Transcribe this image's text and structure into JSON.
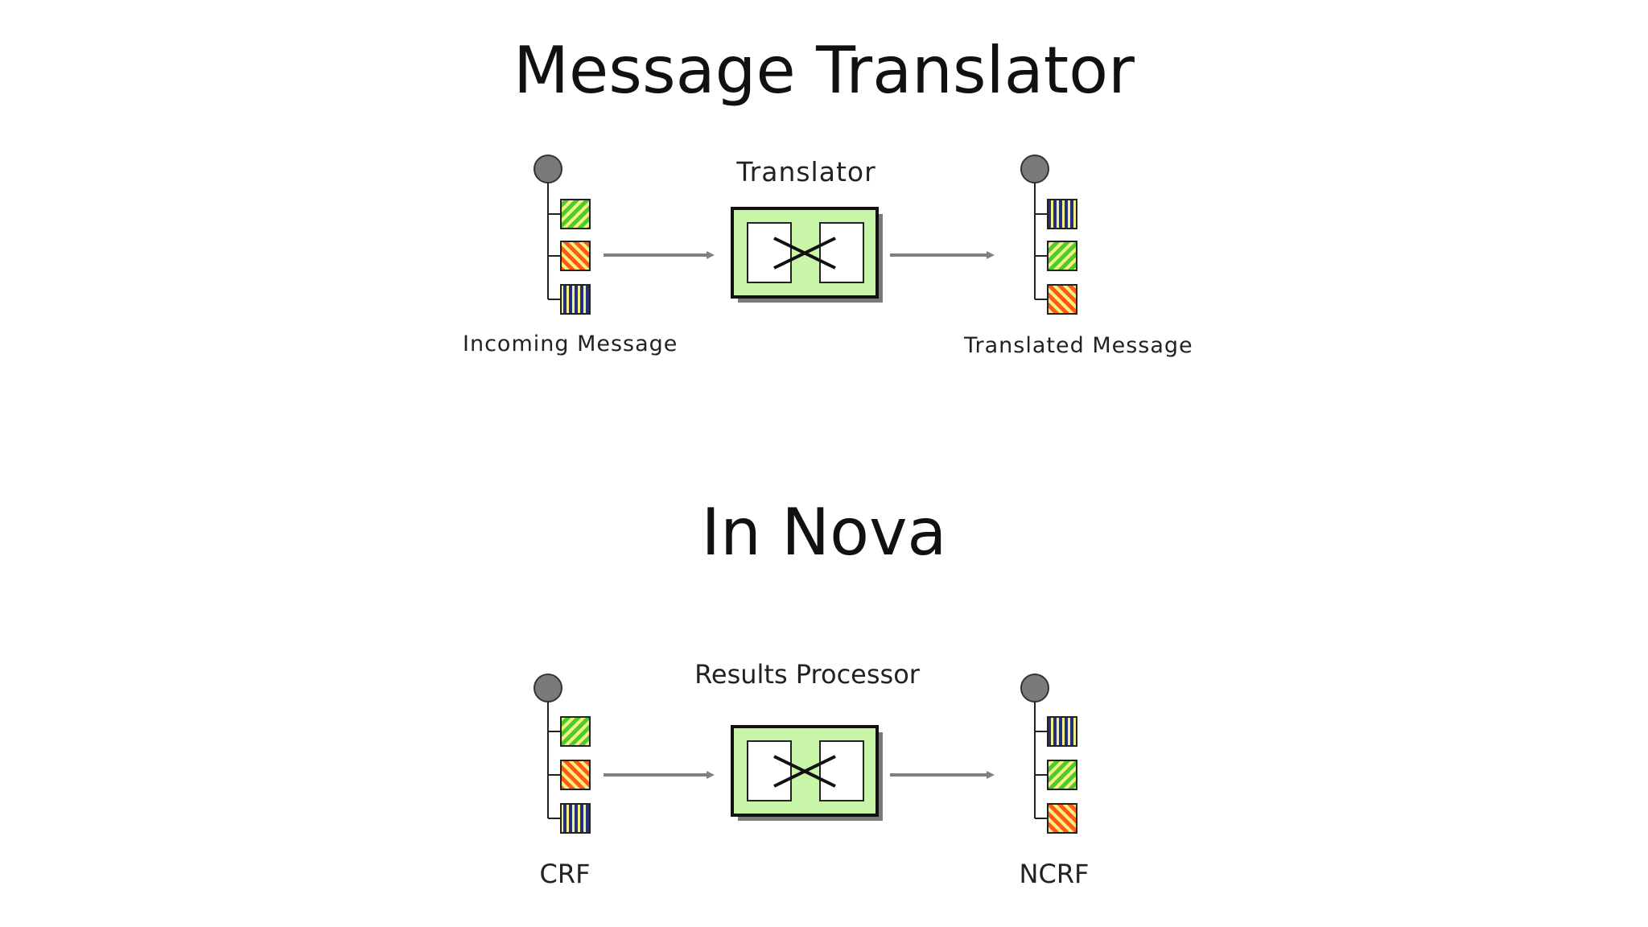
{
  "slide": {
    "title_top": "Message Translator",
    "title_bottom": "In Nova"
  },
  "diagrams": {
    "top": {
      "processor_label": "Translator",
      "input_label": "Incoming Message",
      "output_label": "Translated Message"
    },
    "bottom": {
      "processor_label": "Results Processor",
      "input_label": "CRF",
      "output_label": "NCRF"
    }
  },
  "colors": {
    "processor_fill": "#c9f5a8",
    "green_block": "#4ccc2a",
    "orange_block": "#ff5a12",
    "navy_block": "#23307a",
    "stripe_light": "#f5f088",
    "node_circle": "#7a7a7a",
    "arrow": "#808080"
  },
  "icons": {
    "message_node": "circle-node-icon",
    "translator": "x-cross-icon"
  }
}
